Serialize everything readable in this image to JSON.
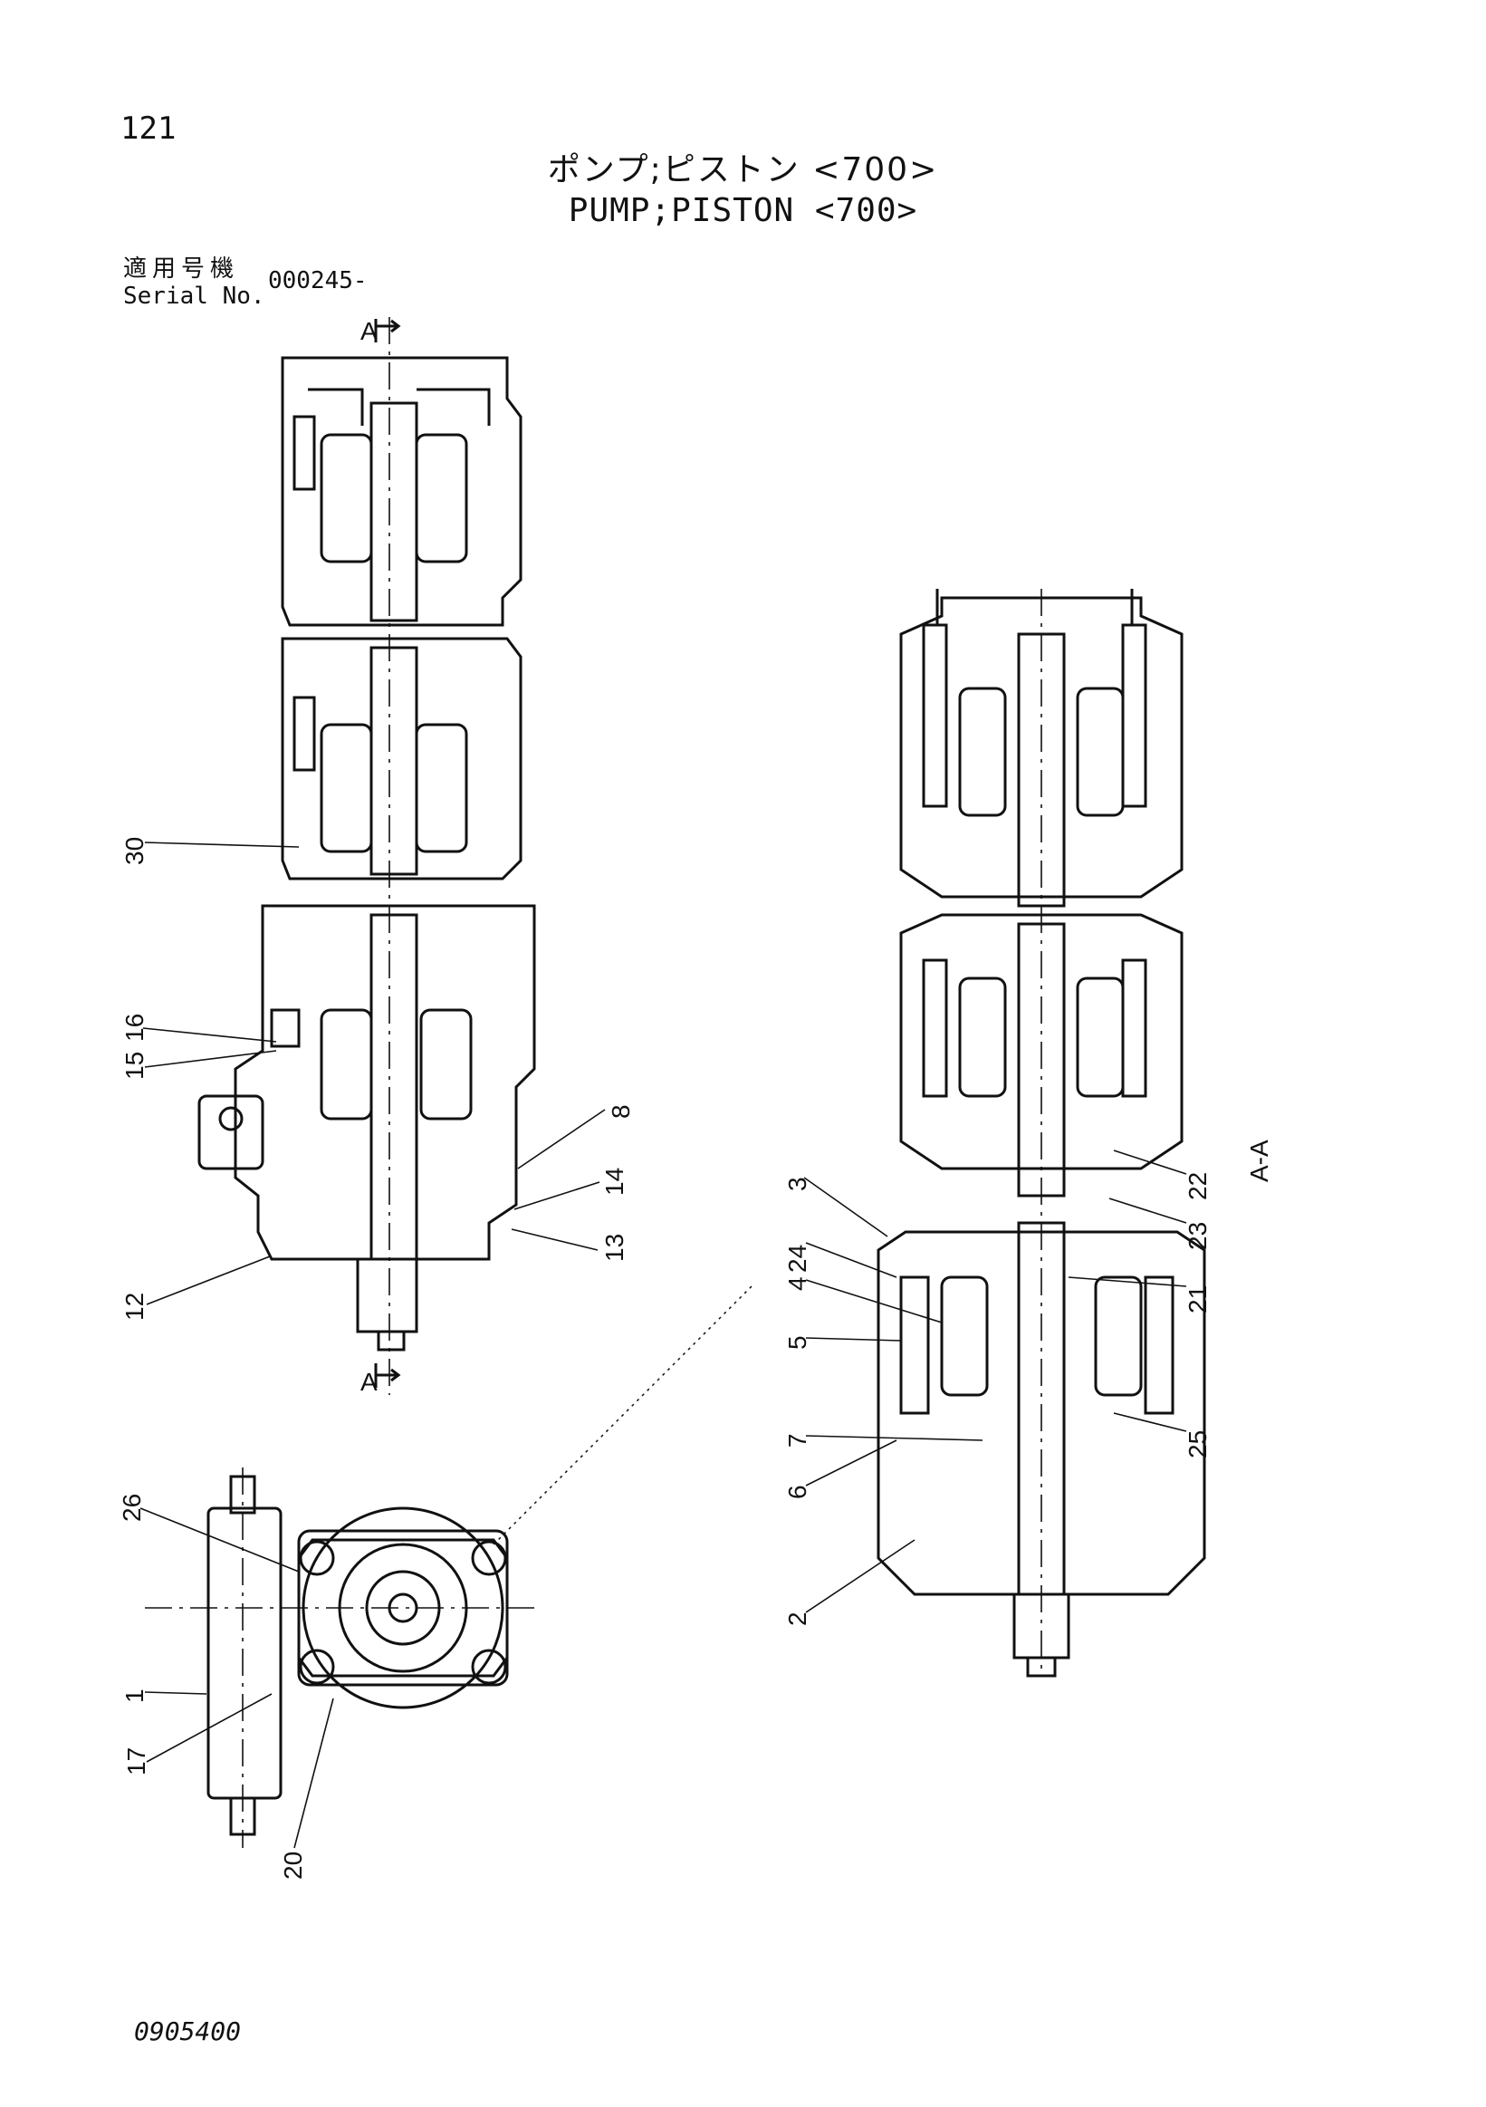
{
  "page_number": "121",
  "title_jp": "ポンプ;ピストン <700>",
  "title_en": "PUMP;PISTON <700>",
  "serial": {
    "label_jp": "適用号機",
    "label_en": "Serial No.",
    "value": "000245-"
  },
  "section_marker": "A",
  "section_title": "A-A",
  "doc_number": "0905400",
  "callouts": [
    "1",
    "2",
    "3",
    "4",
    "5",
    "6",
    "7",
    "8",
    "12",
    "13",
    "14",
    "15",
    "16",
    "17",
    "20",
    "21",
    "22",
    "23",
    "24",
    "25",
    "26",
    "30"
  ]
}
